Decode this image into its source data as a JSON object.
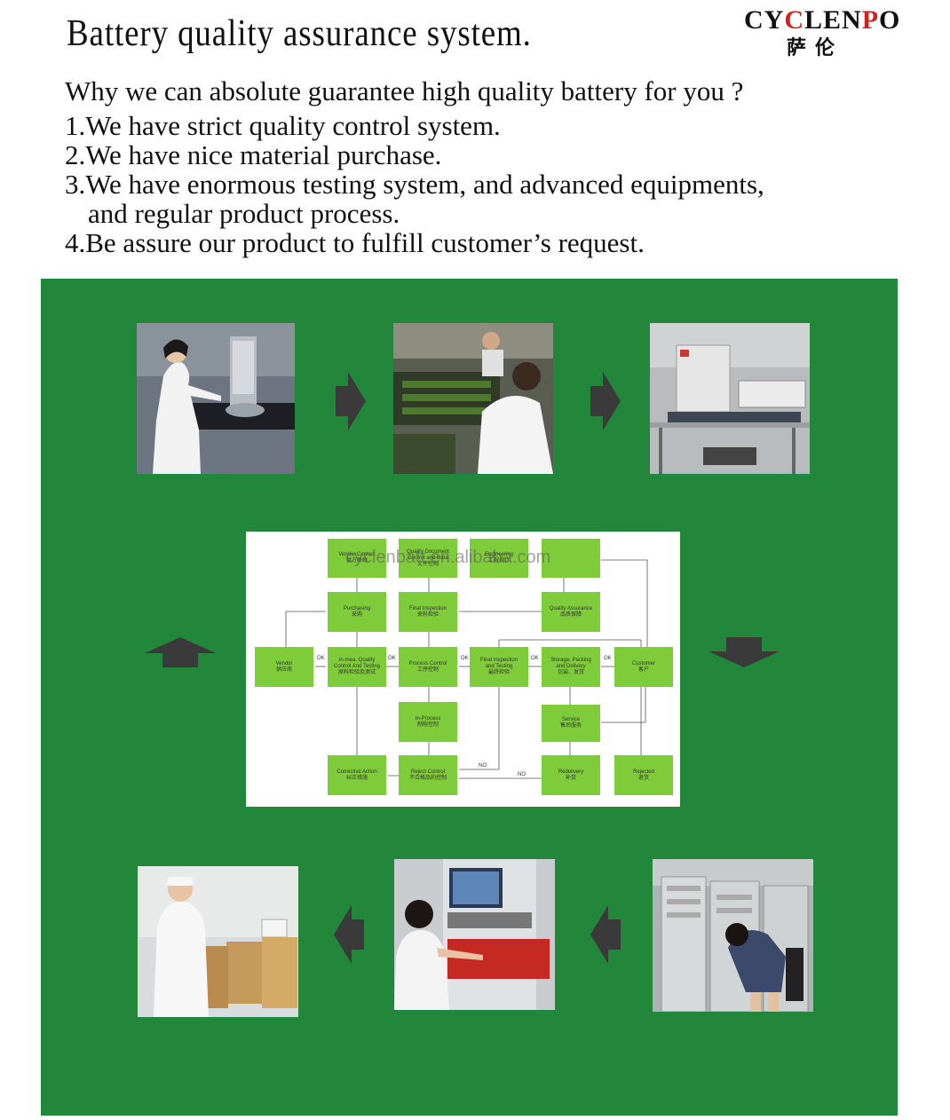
{
  "header": {
    "title": "Battery quality assurance system.",
    "logo_prefix": "CY",
    "logo_red": "C",
    "logo_mid": "LEN",
    "logo_red2": "P",
    "logo_end": "O",
    "logo_cn": "萨伦"
  },
  "intro": {
    "question": "Why we can absolute guarantee high quality battery for you ?",
    "points": [
      "1.We have strict quality control system.",
      "2.We have nice material purchase.",
      "3.We have enormous testing system, and advanced equipments,",
      "and regular product process.",
      "4.Be assure our product  to fulfill customer’s request."
    ]
  },
  "flowchart": {
    "watermark": "cyclenbatt.en.alibaba.com",
    "boxes": {
      "vendor_contact": [
        "Vendor Contact",
        "供方联络"
      ],
      "quality_document": [
        "Quality Document",
        "Control and Data",
        "文件控制"
      ],
      "engineering": [
        "Engineering",
        "工程设计"
      ],
      "sales": [
        "",
        ""
      ],
      "purchasing": [
        "Purchasing",
        "采购"
      ],
      "final_inspection_top": [
        "Final Inspection",
        "来料检验"
      ],
      "quality_assurance": [
        "Quality Assurance",
        "品质保障"
      ],
      "vendor": [
        "Vendor",
        "供应商"
      ],
      "incoming": [
        "In-mea. Quality",
        "Control And Testing",
        "原料检验及测试"
      ],
      "process_control": [
        "Process Control",
        "工序控制"
      ],
      "final_inspection_mid": [
        "Final Inspection",
        "and Testing",
        "最终检验"
      ],
      "storage": [
        "Storage,  Packing",
        "and Delivery",
        "包装、发货"
      ],
      "customer": [
        "Customer",
        "客户"
      ],
      "in_process": [
        "In-Process",
        "制程控制"
      ],
      "service": [
        "Service",
        "售后服务"
      ],
      "corrective": [
        "Corrective Action",
        "纠正措施"
      ],
      "reject_control": [
        "Reject Control",
        "不合格品的控制"
      ],
      "redelivery": [
        "Redelivery",
        "补货"
      ],
      "rejected": [
        "Rejected",
        "退货"
      ]
    },
    "labels": {
      "ok": "OK",
      "no": "NO"
    }
  },
  "colors": {
    "panel_green": "#23873b",
    "box_green": "#7fcc3a",
    "arrow_dark": "#3a3a3a",
    "logo_red": "#d61f1f"
  },
  "icons": {
    "flow_arrows": [
      "arrow-right-icon",
      "arrow-right-icon",
      "arrow-down-icon",
      "arrow-left-icon",
      "arrow-left-icon",
      "arrow-up-icon"
    ]
  }
}
